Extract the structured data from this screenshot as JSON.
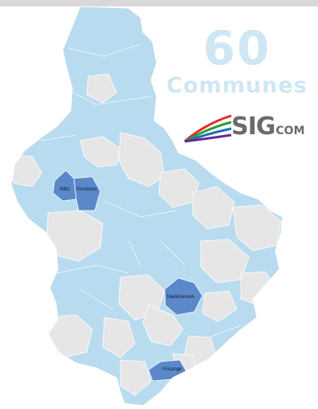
{
  "headline": {
    "count": "60",
    "label": "Communes"
  },
  "logo": {
    "text_big": "SIG",
    "text_small": "COM",
    "colors": [
      "#e12b2b",
      "#2f9b3a",
      "#1f6fb8",
      "#6a2a8c"
    ]
  },
  "map": {
    "colors": {
      "member_commune": "#b9dcf0",
      "non_member_commune": "#e6e6e6",
      "highlighted_commune": "#5b88c9",
      "borders": "#ffffff"
    },
    "highlighted_labels": {
      "wiltz": "Wiltz",
      "grosbous": "Grosbous",
      "niederanven": "Niederanven",
      "frisange": "Frisange"
    }
  }
}
